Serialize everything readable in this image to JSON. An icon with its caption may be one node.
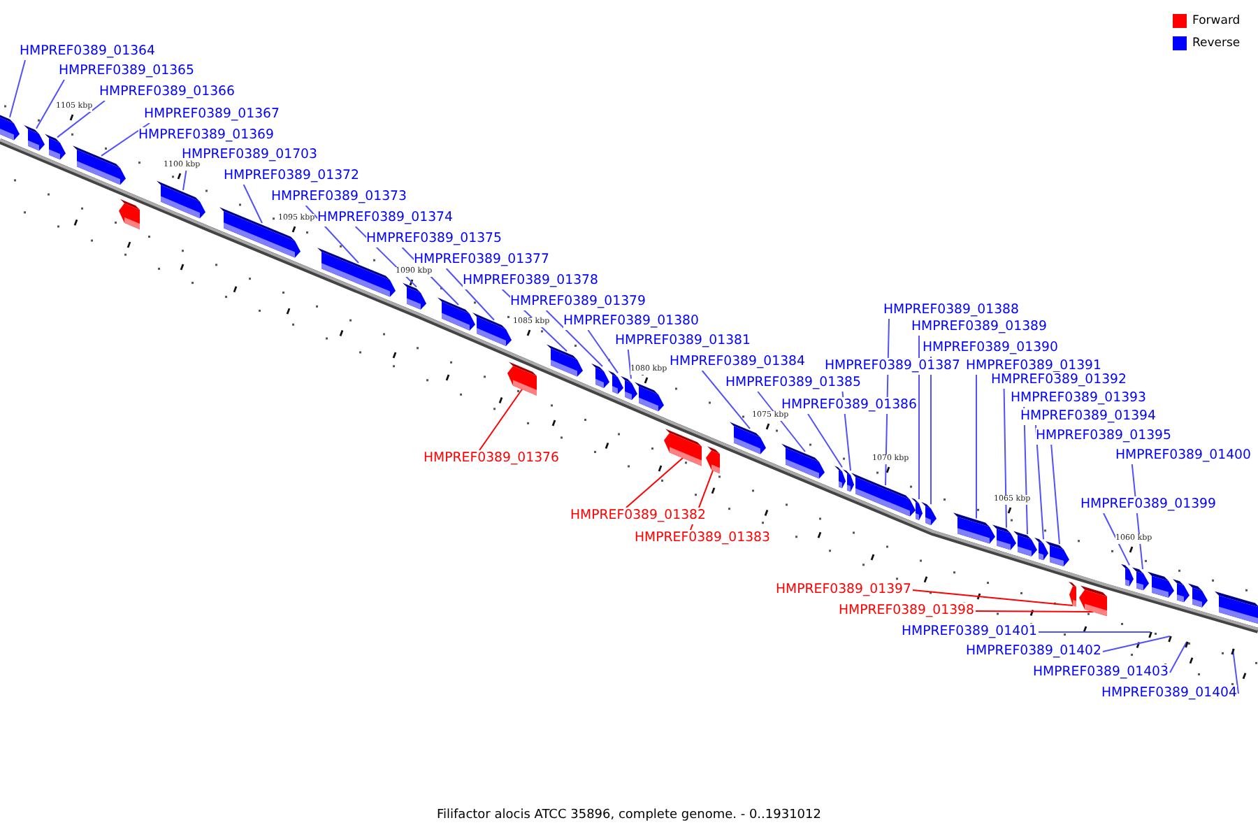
{
  "diagram": {
    "caption": "Filifactor alocis ATCC 35896, complete genome. - 0..1931012",
    "nodes": [
      {
        "text": [
          "HMPREF0389_01364"
        ]
      },
      {
        "text": [
          "HMPREF0389_01365"
        ]
      },
      {
        "text": [
          "HMPREF0389_01366"
        ]
      },
      {
        "text": [
          "HMPREF0389_01367"
        ]
      },
      {
        "text": [
          "HMPREF0389_01369"
        ]
      },
      {
        "text": [
          "HMPREF0389_01703"
        ]
      },
      {
        "text": [
          "HMPREF0389_01372"
        ]
      },
      {
        "text": [
          "HMPREF0389_01373"
        ]
      },
      {
        "text": [
          "HMPREF0389_01374"
        ]
      },
      {
        "text": [
          "HMPREF0389_01375"
        ]
      },
      {
        "text": [
          "HMPREF0389_01377"
        ]
      },
      {
        "text": [
          "HMPREF0389_01378"
        ]
      },
      {
        "text": [
          "HMPREF0389_01379"
        ]
      },
      {
        "text": [
          "HMPREF0389_01380"
        ]
      },
      {
        "text": [
          "HMPREF0389_01381"
        ]
      },
      {
        "text": [
          "HMPREF0389_01384"
        ]
      },
      {
        "text": [
          "HMPREF0389_01385"
        ]
      },
      {
        "text": [
          "HMPREF0389_01386"
        ]
      },
      {
        "text": [
          "HMPREF0389_01387"
        ]
      },
      {
        "text": [
          "HMPREF0389_01388"
        ]
      },
      {
        "text": [
          "HMPREF0389_01389"
        ]
      },
      {
        "text": [
          "HMPREF0389_01390"
        ]
      },
      {
        "text": [
          "HMPREF0389_01391"
        ]
      },
      {
        "text": [
          "HMPREF0389_01392"
        ]
      },
      {
        "text": [
          "HMPREF0389_01393"
        ]
      },
      {
        "text": [
          "HMPREF0389_01394"
        ]
      },
      {
        "text": [
          "HMPREF0389_01395"
        ]
      },
      {
        "text": [
          "HMPREF0389_01400"
        ]
      },
      {
        "text": [
          "HMPREF0389_01399"
        ]
      },
      {
        "text": [
          "HMPREF0389_01376"
        ]
      },
      {
        "text": [
          "HMPREF0389_01382"
        ]
      },
      {
        "text": [
          "HMPREF0389_01383"
        ]
      },
      {
        "text": [
          "HMPREF0389_01397"
        ]
      },
      {
        "text": [
          "HMPREF0389_01398"
        ]
      },
      {
        "text": [
          "HMPREF0389_01401"
        ]
      },
      {
        "text": [
          "HMPREF0389_01402"
        ]
      },
      {
        "text": [
          "HMPREF0389_01403"
        ]
      },
      {
        "text": [
          "HMPREF0389_01404"
        ]
      },
      {
        "text": [],
        "shape": "box"
      },
      {
        "text": [],
        "shape": "box"
      },
      {
        "text": [],
        "shape": "box"
      },
      {
        "text": [],
        "shape": "box"
      },
      {
        "text": [],
        "shape": "box"
      },
      {
        "text": [],
        "shape": "box"
      },
      {
        "text": [],
        "shape": "box"
      },
      {
        "text": [],
        "shape": "box"
      },
      {
        "text": [],
        "shape": "box"
      },
      {
        "text": [],
        "shape": "box"
      },
      {
        "text": [],
        "shape": "box"
      },
      {
        "text": [],
        "shape": "box"
      },
      {
        "text": [],
        "shape": "box"
      },
      {
        "text": [],
        "shape": "box"
      },
      {
        "text": [],
        "shape": "box"
      },
      {
        "text": [],
        "shape": "box"
      },
      {
        "text": [],
        "shape": "box"
      },
      {
        "text": [],
        "shape": "box"
      },
      {
        "text": [],
        "shape": "box"
      },
      {
        "text": [],
        "shape": "box"
      },
      {
        "text": [],
        "shape": "box"
      },
      {
        "text": [],
        "shape": "box"
      },
      {
        "text": [],
        "shape": "box"
      },
      {
        "text": [],
        "shape": "box"
      },
      {
        "text": [],
        "shape": "box"
      },
      {
        "text": [],
        "shape": "box"
      },
      {
        "text": [],
        "shape": "box"
      },
      {
        "text": [],
        "shape": "box"
      },
      {
        "text": [],
        "shape": "box"
      },
      {
        "text": [],
        "shape": "box"
      },
      {
        "text": [],
        "shape": "box"
      },
      {
        "text": [],
        "shape": "box"
      },
      {
        "text": [],
        "shape": "box"
      },
      {
        "text": [],
        "shape": "box"
      },
      {
        "text": [],
        "shape": "box"
      },
      {
        "text": [],
        "shape": "box"
      },
      {
        "text": [],
        "shape": "box"
      },
      {
        "text": [],
        "shape": "box"
      },
      {
        "text": [],
        "shape": "box"
      },
      {
        "text": [],
        "shape": "bar"
      },
      {
        "text": [],
        "shape": "bar"
      },
      {
        "text": [],
        "shape": "bar"
      },
      {
        "text": [],
        "shape": "bar"
      }
    ],
    "edges": [
      {
        "from": 0,
        "to": 38,
        "arrow": "none"
      },
      {
        "from": 1,
        "to": 39,
        "arrow": "none"
      },
      {
        "from": 2,
        "to": 40,
        "arrow": "none"
      },
      {
        "from": 3,
        "to": 41,
        "arrow": "none"
      },
      {
        "from": 5,
        "to": 43,
        "arrow": "none"
      },
      {
        "from": 6,
        "to": 44,
        "arrow": "none"
      },
      {
        "from": 7,
        "to": 45,
        "arrow": "none"
      },
      {
        "from": 8,
        "to": 46,
        "arrow": "none"
      },
      {
        "from": 9,
        "to": 47,
        "arrow": "none"
      },
      {
        "from": 10,
        "to": 48,
        "arrow": "none"
      },
      {
        "from": 11,
        "to": 50,
        "arrow": "none"
      },
      {
        "from": 12,
        "to": 51,
        "arrow": "none"
      },
      {
        "from": 13,
        "to": 52,
        "arrow": "none"
      },
      {
        "from": 14,
        "to": 53,
        "arrow": "none"
      },
      {
        "from": 15,
        "to": 57,
        "arrow": "none"
      },
      {
        "from": 16,
        "to": 58,
        "arrow": "none"
      },
      {
        "from": 17,
        "to": 59,
        "arrow": "none"
      },
      {
        "from": 18,
        "to": 60,
        "arrow": "none"
      },
      {
        "from": 19,
        "to": 61,
        "arrow": "none"
      },
      {
        "from": 20,
        "to": 62,
        "arrow": "none"
      },
      {
        "from": 21,
        "to": 63,
        "arrow": "none"
      },
      {
        "from": 22,
        "to": 64,
        "arrow": "none"
      },
      {
        "from": 23,
        "to": 65,
        "arrow": "none"
      },
      {
        "from": 24,
        "to": 66,
        "arrow": "none"
      },
      {
        "from": 25,
        "to": 67,
        "arrow": "none"
      },
      {
        "from": 26,
        "to": 68,
        "arrow": "none"
      },
      {
        "from": 27,
        "to": 72,
        "arrow": "none"
      },
      {
        "from": 28,
        "to": 71,
        "arrow": "none"
      },
      {
        "from": 29,
        "to": 49,
        "arrow": "none",
        "color": "#ff0000"
      },
      {
        "from": 30,
        "to": 55,
        "arrow": "none",
        "color": "#ff0000"
      },
      {
        "from": 31,
        "to": 56,
        "arrow": "none",
        "color": "#ff0000"
      },
      {
        "from": 32,
        "to": 69,
        "arrow": "none",
        "color": "#ff0000"
      },
      {
        "from": 33,
        "to": 70,
        "arrow": "none",
        "color": "#ff0000"
      },
      {
        "from": 34,
        "to": 77,
        "arrow": "none"
      },
      {
        "from": 35,
        "to": 78,
        "arrow": "none"
      },
      {
        "from": 36,
        "to": 79,
        "arrow": "none"
      },
      {
        "from": 37,
        "to": 80,
        "arrow": "none"
      }
    ],
    "labels": [
      "1105 kbp",
      "1100 kbp",
      "1095 kbp",
      "1090 kbp",
      "1085 kbp",
      "1080 kbp",
      "1075 kbp",
      "1070 kbp",
      "1065 kbp",
      "1060 kbp"
    ],
    "legend": [
      {
        "text": "Forward",
        "color": "#ff0000"
      },
      {
        "text": "Reverse",
        "color": "#0000ff"
      }
    ]
  }
}
